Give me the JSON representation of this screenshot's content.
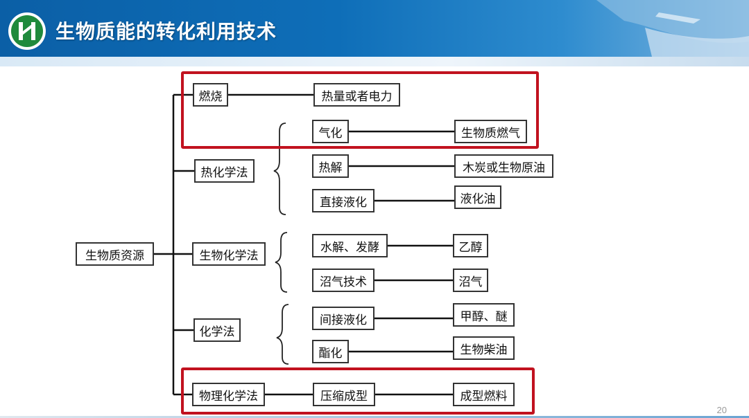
{
  "header": {
    "title": "生物质能的转化利用技术"
  },
  "page_number": "20",
  "colors": {
    "header_blue": "#0e6eb8",
    "highlight_red": "#c1121f",
    "logo_green": "#1f8a3c"
  },
  "diagram": {
    "root": "生物质资源",
    "branches": {
      "combustion": "燃烧",
      "thermochemical": "热化学法",
      "biochemical": "生物化学法",
      "chemical": "化学法",
      "physicochemical": "物理化学法"
    },
    "methods": {
      "gasification": "气化",
      "pyrolysis": "热解",
      "direct_liquefaction": "直接液化",
      "hydrolysis_fermentation": "水解、发酵",
      "biogas_tech": "沼气技术",
      "indirect_liquefaction": "间接液化",
      "esterification": "酯化",
      "compression_molding": "压缩成型"
    },
    "products": {
      "heat_power": "热量或者电力",
      "biomass_gas": "生物质燃气",
      "charcoal_oil": "木炭或生物原油",
      "liquefied_oil": "液化油",
      "ethanol": "乙醇",
      "biogas": "沼气",
      "methanol_ether": "甲醇、醚",
      "biodiesel": "生物柴油",
      "molded_fuel": "成型燃料"
    }
  }
}
